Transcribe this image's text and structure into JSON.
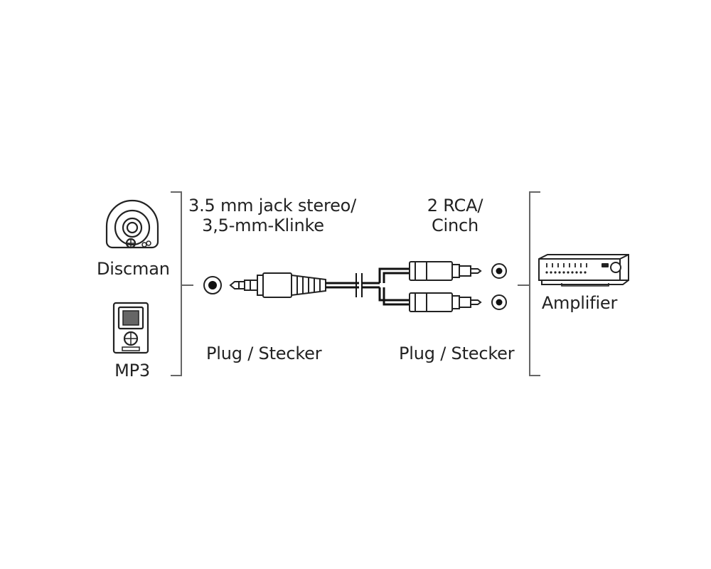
{
  "sources": {
    "discman_label": "Discman",
    "mp3_label": "MP3"
  },
  "jack_plug": {
    "title_line1": "3.5 mm jack stereo/",
    "title_line2": "3,5-mm-Klinke",
    "plug_label": "Plug / Stecker"
  },
  "rca_plug": {
    "title_line1": "2 RCA/",
    "title_line2": "Cinch",
    "plug_label": "Plug / Stecker"
  },
  "destination": {
    "amplifier_label": "Amplifier"
  },
  "colors": {
    "line": "#222222",
    "bracket": "#666666",
    "background": "#ffffff"
  }
}
